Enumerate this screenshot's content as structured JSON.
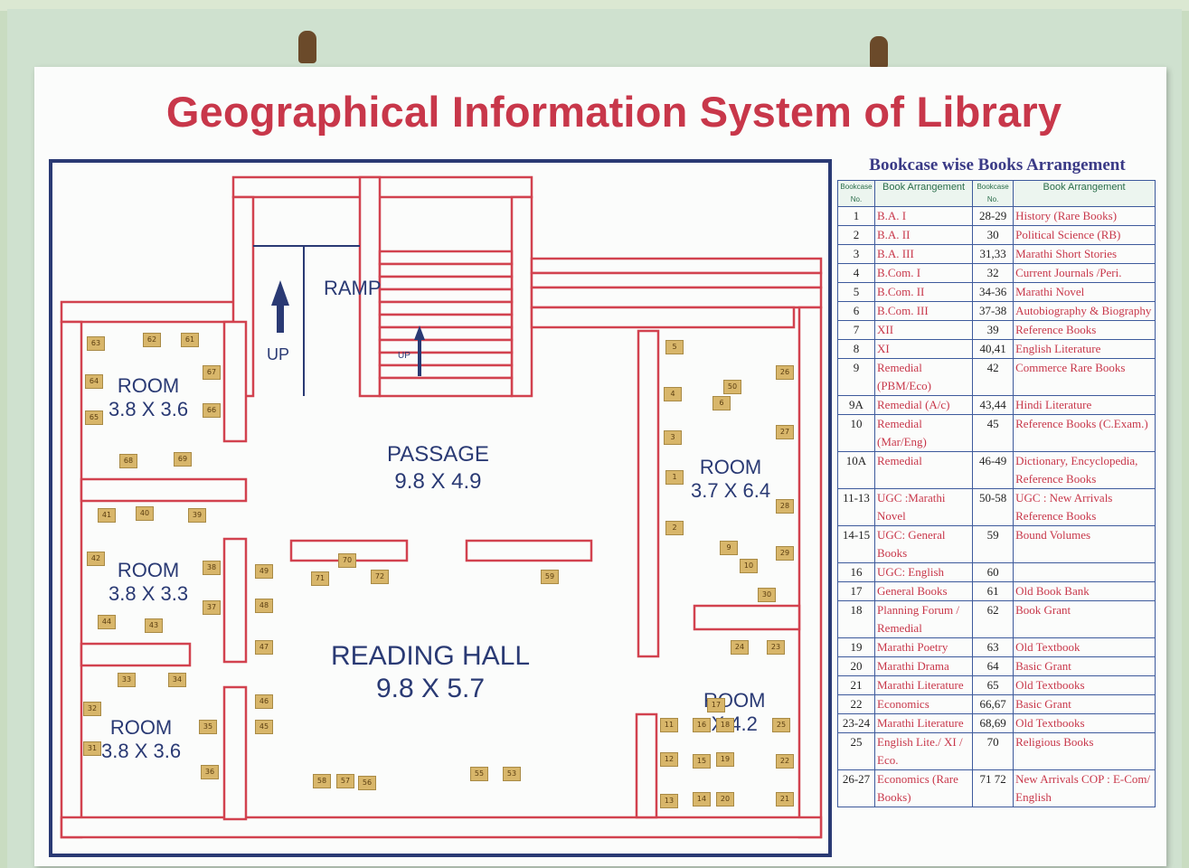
{
  "title": "Geographical Information System of Library",
  "colors": {
    "walls": "#d2424f",
    "text": "#2a3a74",
    "frame": "#2a3a74",
    "title": "#c8374a",
    "table_text": "#c8374a",
    "table_border": "#3d5a9c",
    "tag": "#d8b66a"
  },
  "icons": [
    "up-arrow-icon"
  ],
  "plan": {
    "up_label": "UP",
    "ramp_label": "RAMP",
    "stair_up_label": "UP",
    "rooms": [
      {
        "name": "ROOM",
        "size": "3.8 X 3.6"
      },
      {
        "name": "ROOM",
        "size": "3.8 X 3.3"
      },
      {
        "name": "ROOM",
        "size": "3.8 X 3.6"
      },
      {
        "name": "ROOM",
        "size": "3.7 X 6.4"
      },
      {
        "name": "ROOM",
        "size": "X 4.2"
      }
    ],
    "passage": {
      "name": "PASSAGE",
      "size": "9.8 X 4.9"
    },
    "hall": {
      "name": "READING HALL",
      "size": "9.8 X 5.7"
    },
    "tags": [
      "63",
      "62",
      "61",
      "64",
      "67",
      "65",
      "66",
      "68",
      "69",
      "41",
      "40",
      "39",
      "42",
      "38",
      "37",
      "44",
      "43",
      "33",
      "34",
      "32",
      "35",
      "31",
      "36",
      "49",
      "48",
      "47",
      "46",
      "45",
      "70",
      "71",
      "72",
      "59",
      "58",
      "57",
      "56",
      "55",
      "53",
      "5",
      "4",
      "50",
      "6",
      "26",
      "3",
      "27",
      "1",
      "2",
      "28",
      "29",
      "9",
      "10",
      "30",
      "24",
      "23",
      "17",
      "16",
      "18",
      "25",
      "11",
      "12",
      "15",
      "19",
      "22",
      "13",
      "14",
      "20",
      "21"
    ]
  },
  "table": {
    "title": "Bookcase wise Books Arrangement",
    "headers": [
      "Bookcase No.",
      "Book Arrangement",
      "Bookcase No.",
      "Book Arrangement"
    ],
    "rows": [
      [
        "1",
        "B.A. I",
        "28-29",
        "History (Rare Books)"
      ],
      [
        "2",
        "B.A. II",
        "30",
        "Political Science (RB)"
      ],
      [
        "3",
        "B.A. III",
        "31,33",
        "Marathi Short Stories"
      ],
      [
        "4",
        "B.Com. I",
        "32",
        "Current Journals /Peri."
      ],
      [
        "5",
        "B.Com. II",
        "34-36",
        "Marathi Novel"
      ],
      [
        "6",
        "B.Com. III",
        "37-38",
        "Autobiography & Biography"
      ],
      [
        "7",
        "XII",
        "39",
        "Reference Books"
      ],
      [
        "8",
        "XI",
        "40,41",
        "English Literature"
      ],
      [
        "9",
        "Remedial (PBM/Eco)",
        "42",
        "Commerce Rare Books"
      ],
      [
        "9A",
        "Remedial (A/c)",
        "43,44",
        "Hindi Literature"
      ],
      [
        "10",
        "Remedial (Mar/Eng)",
        "45",
        "Reference Books (C.Exam.)"
      ],
      [
        "10A",
        "Remedial",
        "46-49",
        "Dictionary, Encyclopedia, Reference Books"
      ],
      [
        "11-13",
        "UGC :Marathi Novel",
        "50-58",
        "UGC : New Arrivals Reference Books"
      ],
      [
        "14-15",
        "UGC: General Books",
        "59",
        "Bound Volumes"
      ],
      [
        "16",
        "UGC: English",
        "60",
        ""
      ],
      [
        "17",
        "General Books",
        "61",
        "Old Book Bank"
      ],
      [
        "18",
        "Planning Forum / Remedial",
        "62",
        "Book Grant"
      ],
      [
        "19",
        "Marathi Poetry",
        "63",
        "Old Textbook"
      ],
      [
        "20",
        "Marathi Drama",
        "64",
        "Basic Grant"
      ],
      [
        "21",
        "Marathi Literature",
        "65",
        "Old Textbooks"
      ],
      [
        "22",
        "Economics",
        "66,67",
        "Basic Grant"
      ],
      [
        "23-24",
        "Marathi Literature",
        "68,69",
        "Old Textbooks"
      ],
      [
        "25",
        "English Lite./ XI / Eco.",
        "70",
        "Religious Books"
      ],
      [
        "26-27",
        "Economics (Rare Books)",
        "71 72",
        "New Arrivals COP : E-Com/ English"
      ]
    ]
  }
}
